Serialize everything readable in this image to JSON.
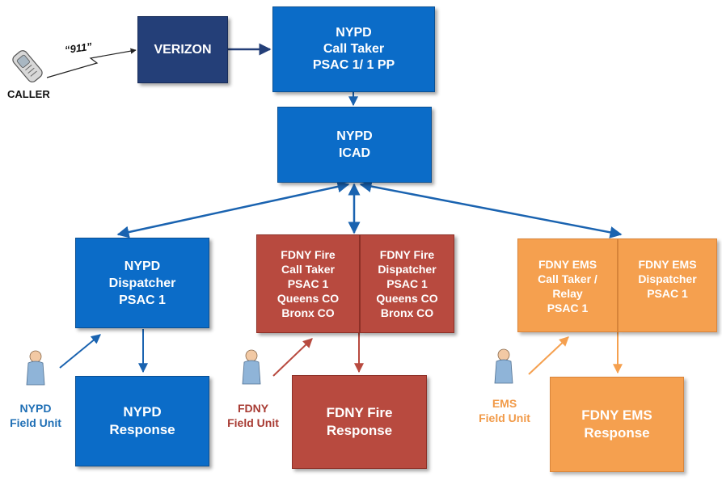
{
  "caller": {
    "label": "CALLER",
    "call_text": "“911”"
  },
  "verizon": {
    "label": "VERIZON"
  },
  "call_taker": {
    "lines": [
      "NYPD",
      "Call Taker",
      "PSAC 1/ 1 PP"
    ]
  },
  "icad": {
    "lines": [
      "NYPD",
      "ICAD"
    ]
  },
  "nypd_dispatcher": {
    "lines": [
      "NYPD",
      "Dispatcher",
      "PSAC 1"
    ]
  },
  "fdny_fire_call_taker": {
    "lines": [
      "FDNY Fire",
      "Call Taker",
      "PSAC 1",
      "Queens CO",
      "Bronx CO"
    ]
  },
  "fdny_fire_dispatcher": {
    "lines": [
      "FDNY Fire",
      "Dispatcher",
      "PSAC 1",
      "Queens CO",
      "Bronx CO"
    ]
  },
  "fdny_ems_call_taker": {
    "lines": [
      "FDNY EMS",
      "Call Taker /",
      "Relay",
      "PSAC 1"
    ]
  },
  "fdny_ems_dispatcher": {
    "lines": [
      "FDNY EMS",
      "Dispatcher",
      "PSAC 1"
    ]
  },
  "nypd_response": {
    "lines": [
      "NYPD",
      "Response"
    ]
  },
  "fdny_fire_response": {
    "lines": [
      "FDNY Fire",
      "Response"
    ]
  },
  "fdny_ems_response": {
    "lines": [
      "FDNY EMS",
      "Response"
    ]
  },
  "nypd_field_unit": {
    "lines": [
      "NYPD",
      "Field Unit"
    ]
  },
  "fdny_field_unit": {
    "lines": [
      "FDNY",
      "Field Unit"
    ]
  },
  "ems_field_unit": {
    "lines": [
      "EMS",
      "Field Unit"
    ]
  },
  "colors": {
    "nypd_blue": "#0b6cc8",
    "verizon_navy": "#243f78",
    "fdny_red": "#b84a3f",
    "ems_orange": "#f5a04f",
    "nypd_label": "#1f6fb5",
    "fdny_label": "#a83b33",
    "ems_label": "#f19a48"
  },
  "icons": {
    "caller": "cell-phone-icon",
    "field_unit": "person-icon"
  }
}
